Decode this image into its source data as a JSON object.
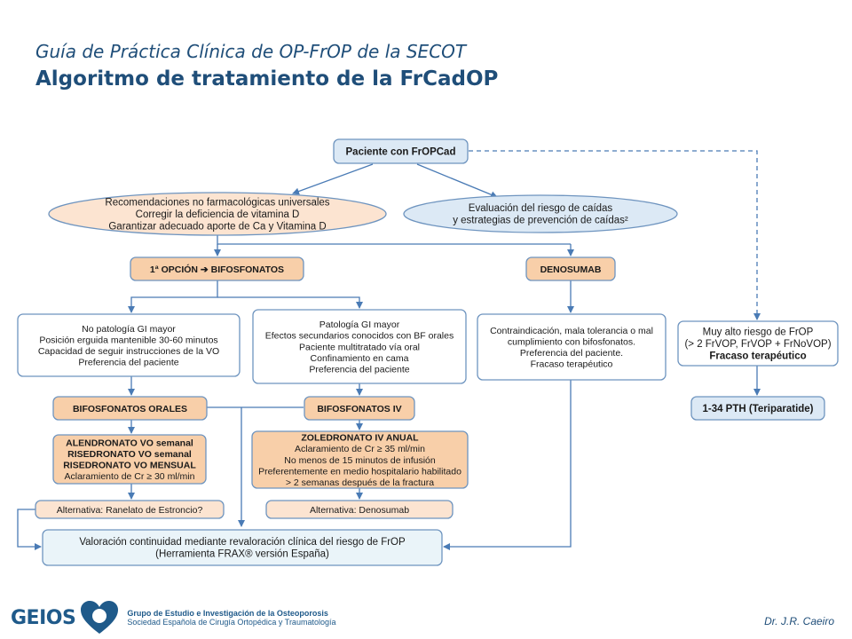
{
  "header": {
    "subtitle": "Guía de Práctica Clínica de OP-FrOP de la SECOT",
    "title": "Algoritmo de tratamiento de la FrCadOP"
  },
  "colors": {
    "blue_fill": "#dce9f5",
    "blue_stroke": "#6e94bf",
    "orange_fill": "#f8cfa9",
    "orange_light": "#fce4d1",
    "light_blue_fill": "#eaf4f9",
    "arrow": "#4a7bb5",
    "header_text": "#1f4e79"
  },
  "nodes": {
    "patient": {
      "lines": [
        "Paciente con FrOPCad"
      ]
    },
    "nonpharma": {
      "lines": [
        "Recomendaciones no farmacológicas universales",
        "Corregir la deficiencia de vitamina D",
        "Garantizar adecuado aporte de Ca y Vitamina D"
      ]
    },
    "falls": {
      "lines": [
        "Evaluación del riesgo de caídas",
        "y estrategias de prevención de caídas²"
      ]
    },
    "first_option": {
      "lines": [
        "1ª OPCIÓN ➔ BIFOSFONATOS"
      ]
    },
    "denosumab": {
      "lines": [
        "DENOSUMAB"
      ]
    },
    "no_gi": {
      "lines": [
        "No patología GI mayor",
        "Posición erguida mantenible 30-60 minutos",
        "Capacidad de seguir instrucciones de la VO",
        "Preferencia del paciente"
      ]
    },
    "gi": {
      "lines": [
        "Patología GI mayor",
        "Efectos secundarios conocidos con BF orales",
        "Paciente multitratado vía oral",
        "Confinamiento en cama",
        "Preferencia del paciente"
      ]
    },
    "contra": {
      "lines": [
        "Contraindicación, mala tolerancia o mal",
        "cumplimiento con bifosfonatos.",
        "Preferencia del paciente.",
        "Fracaso terapéutico"
      ]
    },
    "very_high": {
      "lines": [
        "Muy alto riesgo de FrOP",
        "(> 2 FrVOP, FrVOP + FrNoVOP)",
        "Fracaso terapéutico"
      ]
    },
    "oral_bf": {
      "lines": [
        "BIFOSFONATOS ORALES"
      ]
    },
    "iv_bf": {
      "lines": [
        "BIFOSFONATOS IV"
      ]
    },
    "pth": {
      "lines": [
        "1-34 PTH (Teriparatide)"
      ]
    },
    "alendronato": {
      "lines": [
        "ALENDRONATO VO semanal",
        "RISEDRONATO  VO semanal",
        "RISEDRONATO  VO MENSUAL",
        "Aclaramiento de Cr ≥ 30 ml/min"
      ]
    },
    "zoledronato": {
      "lines": [
        "ZOLEDRONATO IV ANUAL",
        "Aclaramiento de Cr ≥ 35 ml/min",
        "No menos de 15 minutos de infusión",
        "Preferentemente en medio hospitalario habilitado",
        "> 2 semanas después de la fractura"
      ]
    },
    "alt_ranelato": {
      "lines": [
        "Alternativa: Ranelato de Estroncio?"
      ]
    },
    "alt_denosumab": {
      "lines": [
        "Alternativa: Denosumab"
      ]
    },
    "valoracion": {
      "lines": [
        "Valoración continuidad mediante revaloración clínica del riesgo de FrOP",
        "(Herramienta FRAX® versión España)"
      ]
    }
  },
  "footer": {
    "logo_word": "GEIOS",
    "org_line1": "Grupo de Estudio e Investigación de la Osteoporosis",
    "org_line2": "Sociedad Española de Cirugía Ortopédica y Traumatología",
    "author": "Dr. J.R. Caeiro"
  }
}
